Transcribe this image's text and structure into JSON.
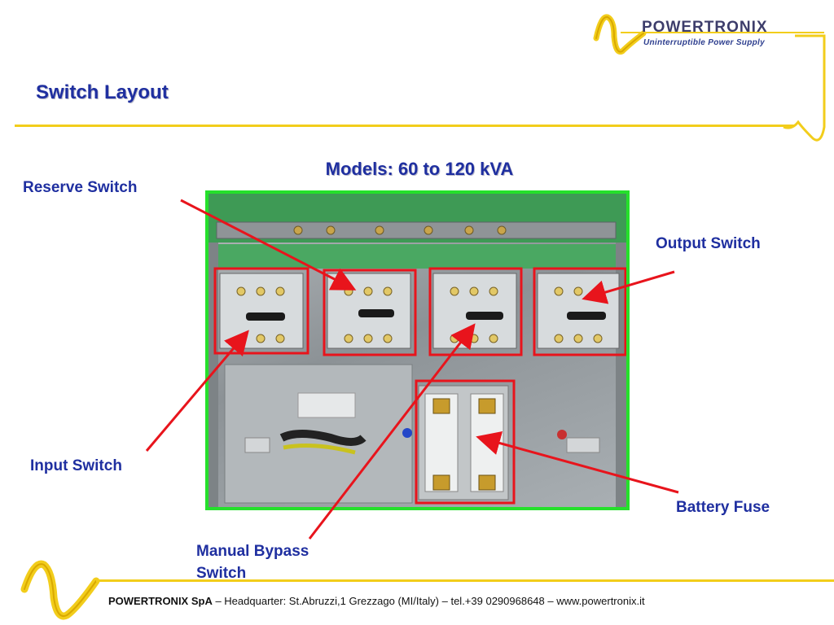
{
  "header": {
    "title": "Switch Layout",
    "logo_name": "POWERTRONIX",
    "logo_tagline": "Uninterruptible Power Supply"
  },
  "models_text": "Models:  60 to 120 kVA",
  "labels": {
    "reserve_switch": "Reserve Switch",
    "output_switch": "Output Switch",
    "input_switch": "Input Switch",
    "battery_fuse": "Battery Fuse",
    "manual_bypass_switch": "Manual Bypass Switch"
  },
  "footer": {
    "company": "POWERTRONIX SpA",
    "details": " – Headquarter: St.Abruzzi,1  Grezzago (MI/Italy) – tel.+39 0290968648 – www.powertronix.it"
  },
  "colors": {
    "title_blue": "#1f2fa0",
    "accent_yellow": "#f2cd1b",
    "highlight_red": "#e8141c",
    "frame_green": "#25e02b"
  }
}
